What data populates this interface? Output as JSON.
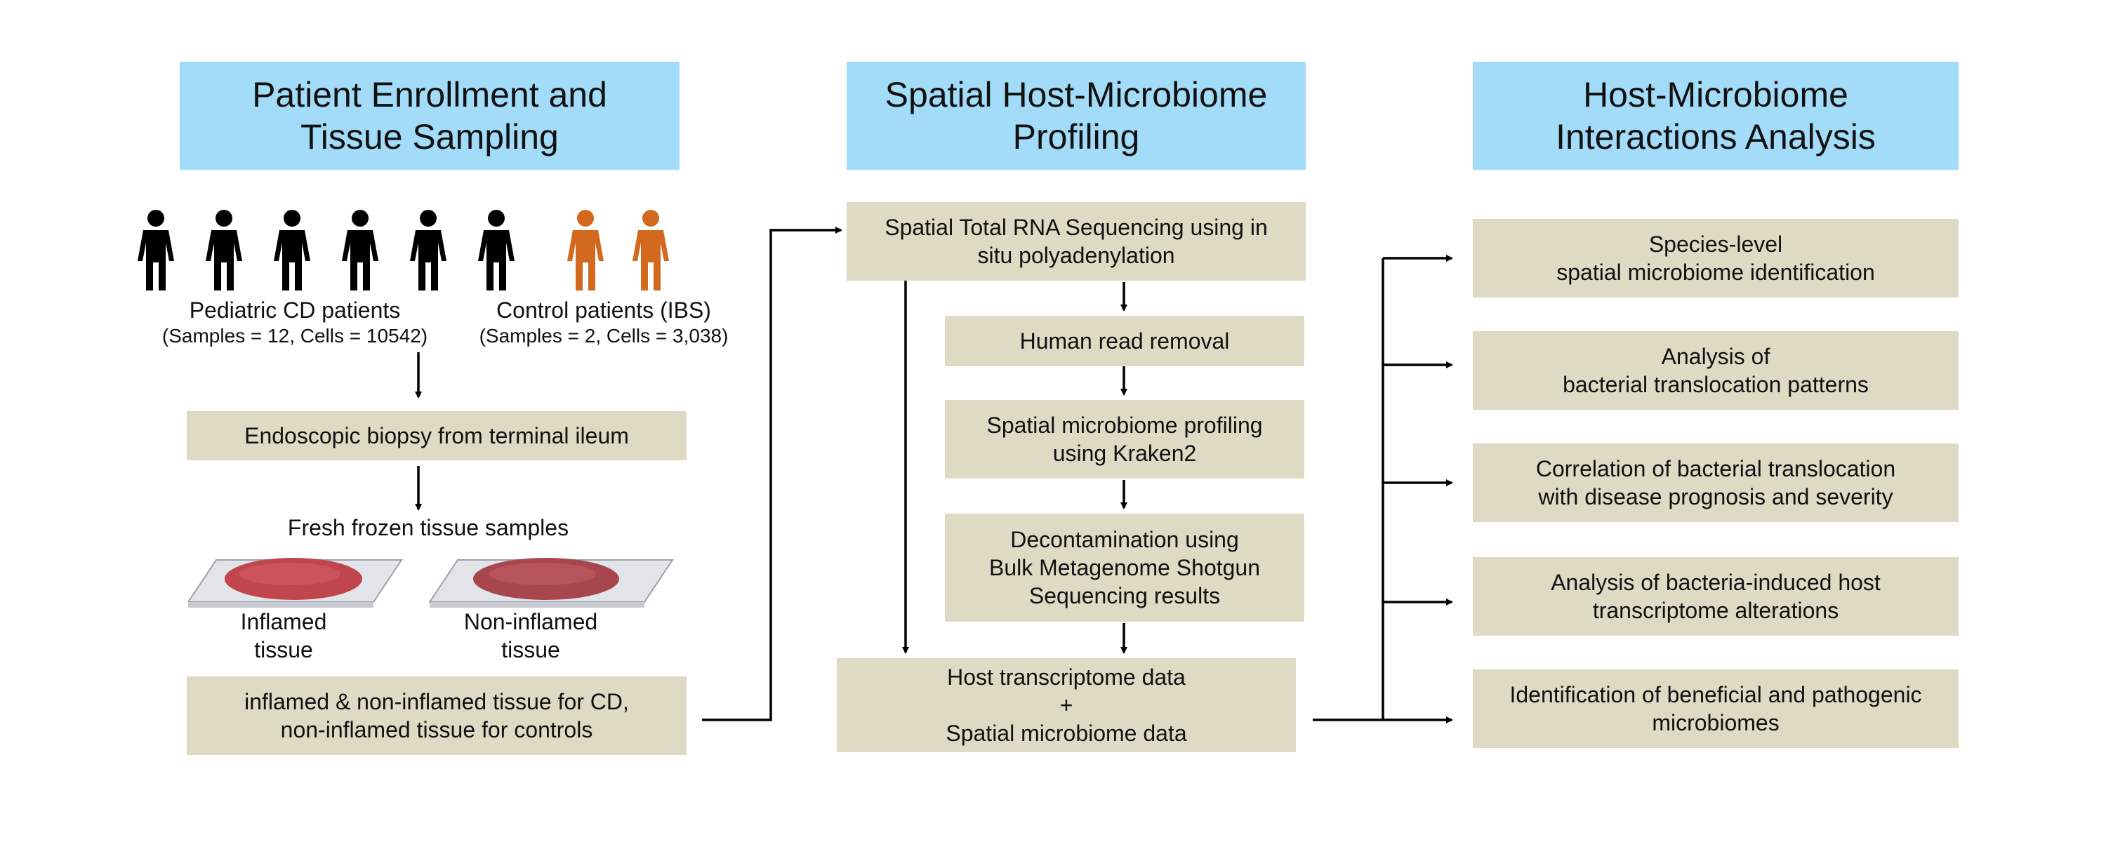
{
  "col1": {
    "header": "Patient Enrollment and\nTissue Sampling",
    "cd_patients": {
      "label": "Pediatric CD patients",
      "stats": "(Samples = 12, Cells = 10542)",
      "icon": "person-icon",
      "count": 6,
      "color": "#000000"
    },
    "control_patients": {
      "label": "Control patients (IBS)",
      "stats": "(Samples = 2, Cells = 3,038)",
      "icon": "person-icon",
      "count": 2,
      "color": "#d2691e"
    },
    "biopsy": "Endoscopic biopsy from terminal ileum",
    "samples_label": "Fresh frozen tissue samples",
    "inflamed": "Inflamed\ntissue",
    "non_inflamed": "Non-inflamed\ntissue",
    "summary": "inflamed & non-inflamed tissue for CD,\nnon-inflamed tissue for controls"
  },
  "col2": {
    "header": "Spatial Host-Microbiome\nProfiling",
    "steps": [
      "Spatial Total RNA Sequencing using in\nsitu polyadenylation",
      "Human read removal",
      "Spatial microbiome profiling\nusing Kraken2",
      "Decontamination using\nBulk Metagenome Shotgun\nSequencing results",
      "Host transcriptome data\n+\nSpatial microbiome data"
    ]
  },
  "col3": {
    "header": "Host-Microbiome\nInteractions Analysis",
    "items": [
      "Species-level\nspatial microbiome identification",
      "Analysis of\nbacterial translocation patterns",
      "Correlation of bacterial translocation\nwith disease prognosis and severity",
      "Analysis of bacteria-induced host\ntranscriptome alterations",
      "Identification of beneficial and pathogenic\nmicrobiomes"
    ]
  },
  "colors": {
    "header_bg": "#a3dcf8",
    "box_bg": "#dfdac3",
    "cd_person": "#000000",
    "control_person": "#d2691e",
    "tissue": "#c0454d"
  }
}
